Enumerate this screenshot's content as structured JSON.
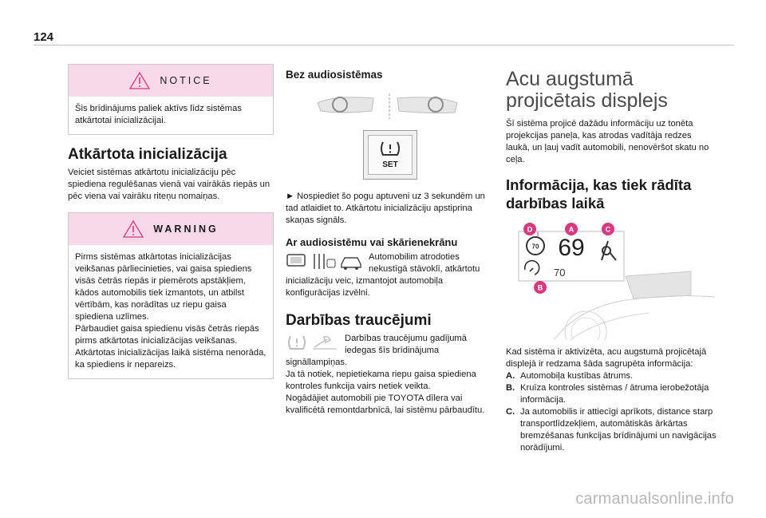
{
  "page": {
    "number": "124"
  },
  "col1": {
    "notice": {
      "label": "NOTICE",
      "text": "Šis brīdinājums paliek aktīvs līdz sistēmas atkārtotai inicializācijai."
    },
    "section_title": "Atkārtota inicializācija",
    "section_text": "Veiciet sistēmas atkārtotu inicializāciju pēc spiediena regulēšanas vienā vai vairākās riepās un pēc viena vai vairāku riteņu nomaiņas.",
    "warning": {
      "label": "WARNING",
      "text1": "Pirms sistēmas atkārtotas inicializācijas veikšanas pārliecinieties, vai gaisa spiediens visās četrās riepās ir piemērots apstākļiem, kādos automobilis tiek izmantots, un atbilst vērtībām, kas norādītas uz riepu gaisa spiediena uzlīmes.",
      "text2": "Pārbaudiet gaisa spiedienu visās četrās riepās pirms atkārtotas inicializācijas veikšanas.",
      "text3": "Atkārtotas inicializācijas laikā sistēma nenorāda, ka spiediens ir nepareizs."
    }
  },
  "col2": {
    "audio_title": "Bez audiosistēmas",
    "set_label": "SET",
    "instruction": "► Nospiediet šo pogu aptuveni uz 3 sekundēm un tad atlaidiet to. Atkārtotu inicializāciju apstiprina skaņas signāls.",
    "touch_title": "Ar audiosistēmu vai skārienekrānu",
    "touch_text_a": "Automobilim atrodoties nekustīgā stāvoklī, atkārtotu",
    "touch_text_b": "inicializāciju veic, izmantojot automobiļa konfigurācijas izvēlni.",
    "faults_title": "Darbības traucējumi",
    "faults_text_a": "Darbības traucējumu gadījumā iedegas šīs brīdinājuma",
    "faults_text_b": "signāllampiņas.",
    "faults_text_c": "Ja tā notiek, nepietiekama riepu gaisa spiediena kontroles funkcija vairs netiek veikta.",
    "faults_text_d": "Nogādājiet automobili pie TOYOTA dīlera vai kvalificētā remontdarbnīcā, lai sistēmu pārbaudītu."
  },
  "col3": {
    "title": "Acu augstumā projicētais displejs",
    "intro": "Šī sistēma projicē dažādu informāciju uz tonēta projekcijas paneļa, kas atrodas vadītāja redzes laukā, un ļauj vadīt automobili, nenovēršot skatu no ceļa.",
    "info_title": "Informācija, kas tiek rādīta darbības laikā",
    "hud": {
      "speed_limit": "70",
      "speed": "69",
      "cruise": "70",
      "labels": [
        "D",
        "A",
        "C",
        "B"
      ],
      "accent": "#d9387f"
    },
    "active_text": "Kad sistēma ir aktivizēta, acu augstumā projicētajā displejā ir redzama šāda sagrupēta informācija:",
    "items": [
      {
        "key": "A.",
        "text": "Automobiļa kustības ātrums."
      },
      {
        "key": "B.",
        "text": "Kruīza kontroles sistēmas / ātruma ierobežotāja informācija."
      },
      {
        "key": "C.",
        "text": "Ja automobilis ir attiecīgi aprīkots, distance starp transportlīdzekļiem, automātiskās ārkārtas bremzēšanas funkcijas brīdinājumi un navigācijas norādījumi."
      }
    ]
  },
  "watermark": "carmanualsonline.info",
  "colors": {
    "notice_band": "#f8d9ea",
    "hud_accent": "#d9387f"
  }
}
